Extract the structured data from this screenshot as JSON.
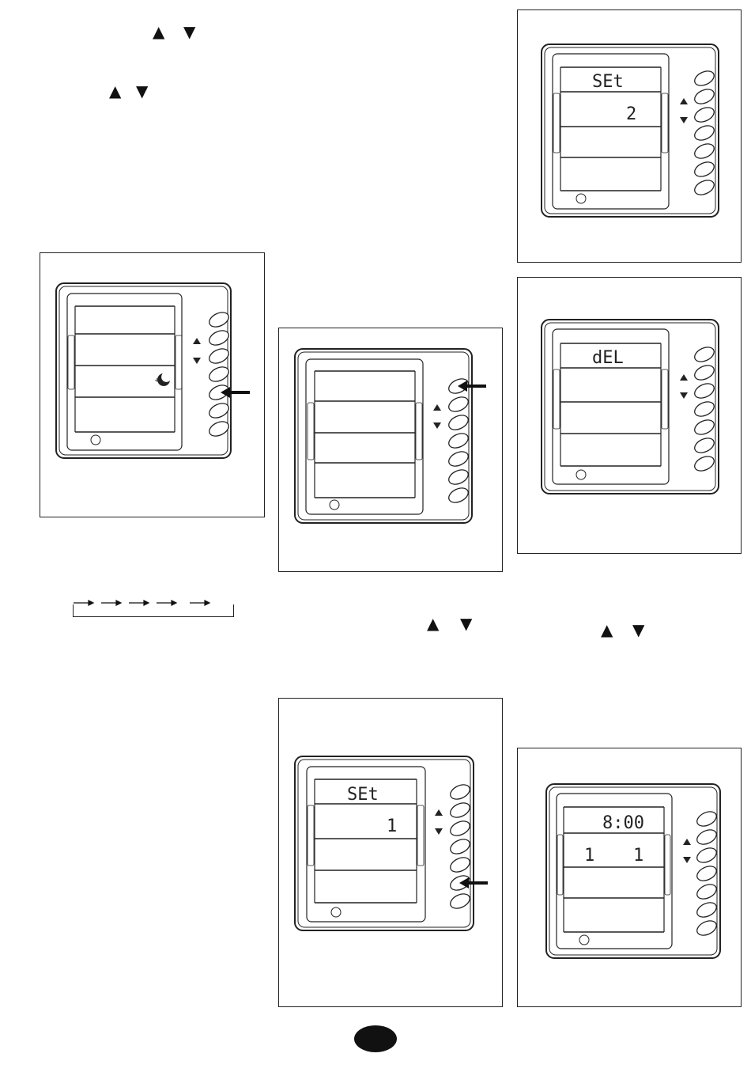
{
  "instructions": {
    "up_arrow": "▲",
    "down_arrow": "▼"
  },
  "figures": [
    {
      "id": "fig-night-mode",
      "row1": "",
      "row2": "",
      "row3_icon": "moon-icon",
      "row4": "",
      "arrow_target": "button-5"
    },
    {
      "id": "fig-top-button",
      "row1": "",
      "row2": "",
      "row3": "",
      "row4": "",
      "arrow_target": "button-1"
    },
    {
      "id": "fig-set-1",
      "row1": "SEt",
      "row2": "1",
      "row3": "",
      "row4": "",
      "arrow_target": "button-6"
    },
    {
      "id": "fig-set-2",
      "row1": "SEt",
      "row2": "2",
      "row3": "",
      "row4": ""
    },
    {
      "id": "fig-del",
      "row1": "dEL",
      "row2": "",
      "row3": "",
      "row4": ""
    },
    {
      "id": "fig-time",
      "row1": "8:00",
      "row2_left": "1",
      "row2_right": "1",
      "row3": "",
      "row4": ""
    }
  ],
  "cycle_diagram": {
    "arrow_count": 5
  },
  "page": {
    "badge_color": "#111111"
  }
}
